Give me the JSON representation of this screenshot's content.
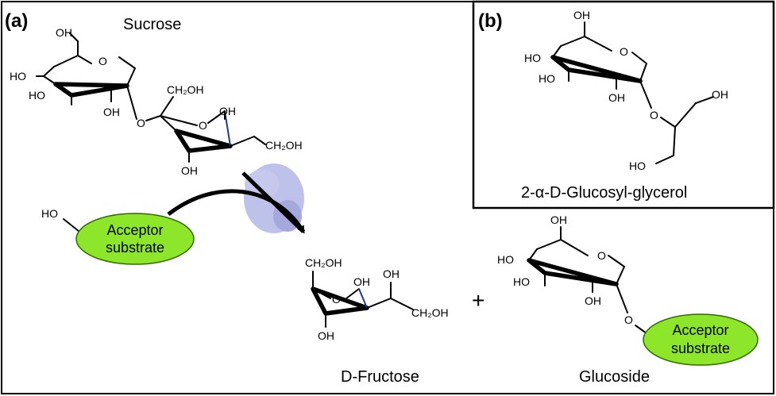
{
  "panels": {
    "a_label": "(a)",
    "b_label": "(b)"
  },
  "sucrose": {
    "title": "Sucrose",
    "oh_top": "OH",
    "ho_left": "HO",
    "ho_mid": "HO",
    "oh_bottom": "OH",
    "o_ring": "O",
    "o_link": "O",
    "ch2oh_top": "CH₂OH",
    "oh_fru": "OH",
    "o_fru": "O",
    "ch2oh_right": "CH₂OH",
    "oh_fru_bottom": "OH"
  },
  "acceptor_left": {
    "ho": "HO",
    "line1": "Acceptor",
    "line2": "substrate"
  },
  "fructose": {
    "ch2oh_top": "CH₂OH",
    "oh_1": "OH",
    "oh_2": "OH",
    "o_ring": "O",
    "ch2oh_right": "CH₂OH",
    "oh_bottom": "OH",
    "label": "D-Fructose"
  },
  "plus": "+",
  "glucoside": {
    "oh_top": "OH",
    "ho_1": "HO",
    "ho_2": "HO",
    "oh_bottom": "OH",
    "o_ring": "O",
    "o_link": "O",
    "acceptor_line1": "Acceptor",
    "acceptor_line2": "substrate",
    "label": "Glucoside"
  },
  "glucosylglycerol": {
    "oh_top": "OH",
    "ho_1": "HO",
    "ho_2": "HO",
    "oh_bottom": "OH",
    "o_ring": "O",
    "o_link": "O",
    "oh_right": "OH",
    "ho_bottom": "HO",
    "label": "2-α-D-Glucosyl-glycerol"
  },
  "colors": {
    "acceptor_fill": "#8ee62a",
    "acceptor_stroke": "#2f6b00",
    "enzyme": "#b3b6e6",
    "blue_bond": "#1f3a8a"
  }
}
